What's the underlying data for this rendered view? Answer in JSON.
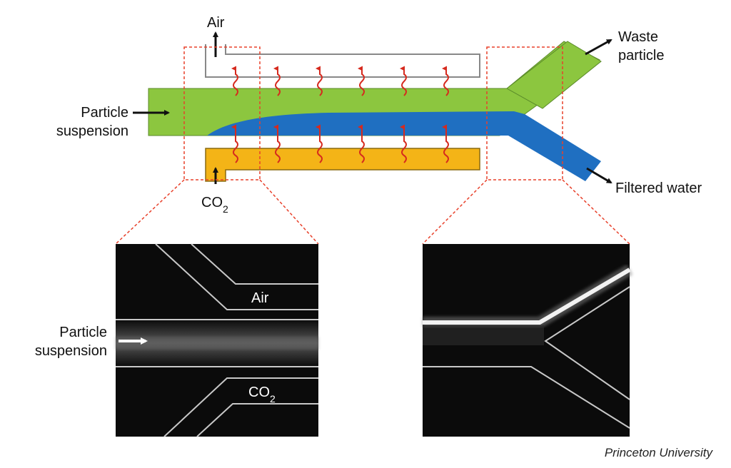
{
  "labels": {
    "air_top": "Air",
    "waste_line1": "Waste",
    "waste_line2": "particle",
    "particle_line1": "Particle",
    "particle_line2": "suspension",
    "filtered": "Filtered water",
    "co2_main": "CO",
    "co2_sub": "2",
    "air_inset": "Air",
    "inset_particle_line1": "Particle",
    "inset_particle_line2": "suspension",
    "co2_inset_main": "CO",
    "co2_inset_sub": "2",
    "credit": "Princeton University"
  },
  "colors": {
    "suspension_channel": "#8cc63f",
    "water_stream": "#1f6fc1",
    "co2_channel": "#f4b417",
    "air_channel_outline": "#888888",
    "heat_arrows": "#d62a1e",
    "zoom_box": "#e8402a",
    "micrograph_bg": "#0b0b0b"
  },
  "icons": {
    "heat_arrow": "wavy-up-arrow-icon",
    "flow_arrow": "arrow-icon"
  }
}
